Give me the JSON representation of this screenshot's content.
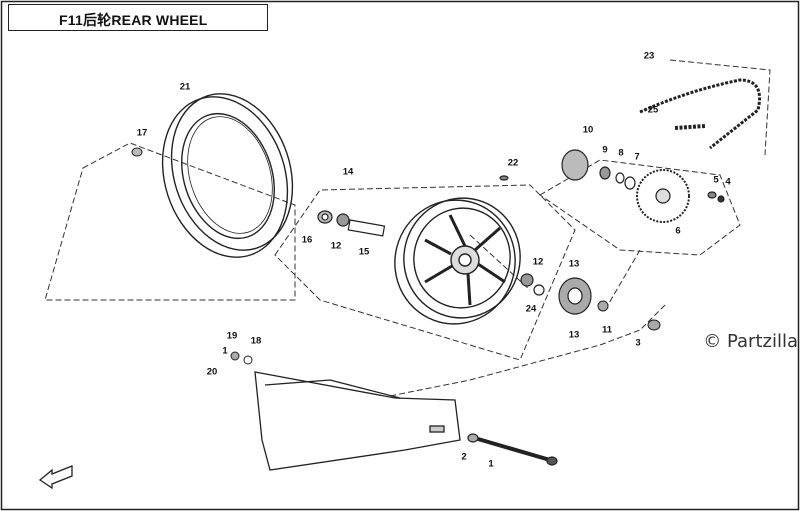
{
  "title": "F11后轮REAR WHEEL",
  "watermark": "© Partzilla",
  "callouts": [
    {
      "id": "c21",
      "text": "21"
    },
    {
      "id": "c17",
      "text": "17"
    },
    {
      "id": "c14",
      "text": "14"
    },
    {
      "id": "c16",
      "text": "16"
    },
    {
      "id": "c12a",
      "text": "12"
    },
    {
      "id": "c15",
      "text": "15"
    },
    {
      "id": "c22",
      "text": "22"
    },
    {
      "id": "c12b",
      "text": "12"
    },
    {
      "id": "c24",
      "text": "24"
    },
    {
      "id": "c13a",
      "text": "13"
    },
    {
      "id": "c13b",
      "text": "13"
    },
    {
      "id": "c23",
      "text": "23"
    },
    {
      "id": "c25",
      "text": "25"
    },
    {
      "id": "c10",
      "text": "10"
    },
    {
      "id": "c9",
      "text": "9"
    },
    {
      "id": "c8",
      "text": "8"
    },
    {
      "id": "c7",
      "text": "7"
    },
    {
      "id": "c5",
      "text": "5"
    },
    {
      "id": "c4",
      "text": "4"
    },
    {
      "id": "c6",
      "text": "6"
    },
    {
      "id": "c11",
      "text": "11"
    },
    {
      "id": "c3",
      "text": "3"
    },
    {
      "id": "c19",
      "text": "19"
    },
    {
      "id": "c18",
      "text": "18"
    },
    {
      "id": "c1a",
      "text": "1"
    },
    {
      "id": "c20",
      "text": "20"
    },
    {
      "id": "c2",
      "text": "2"
    },
    {
      "id": "c1b",
      "text": "1"
    }
  ]
}
